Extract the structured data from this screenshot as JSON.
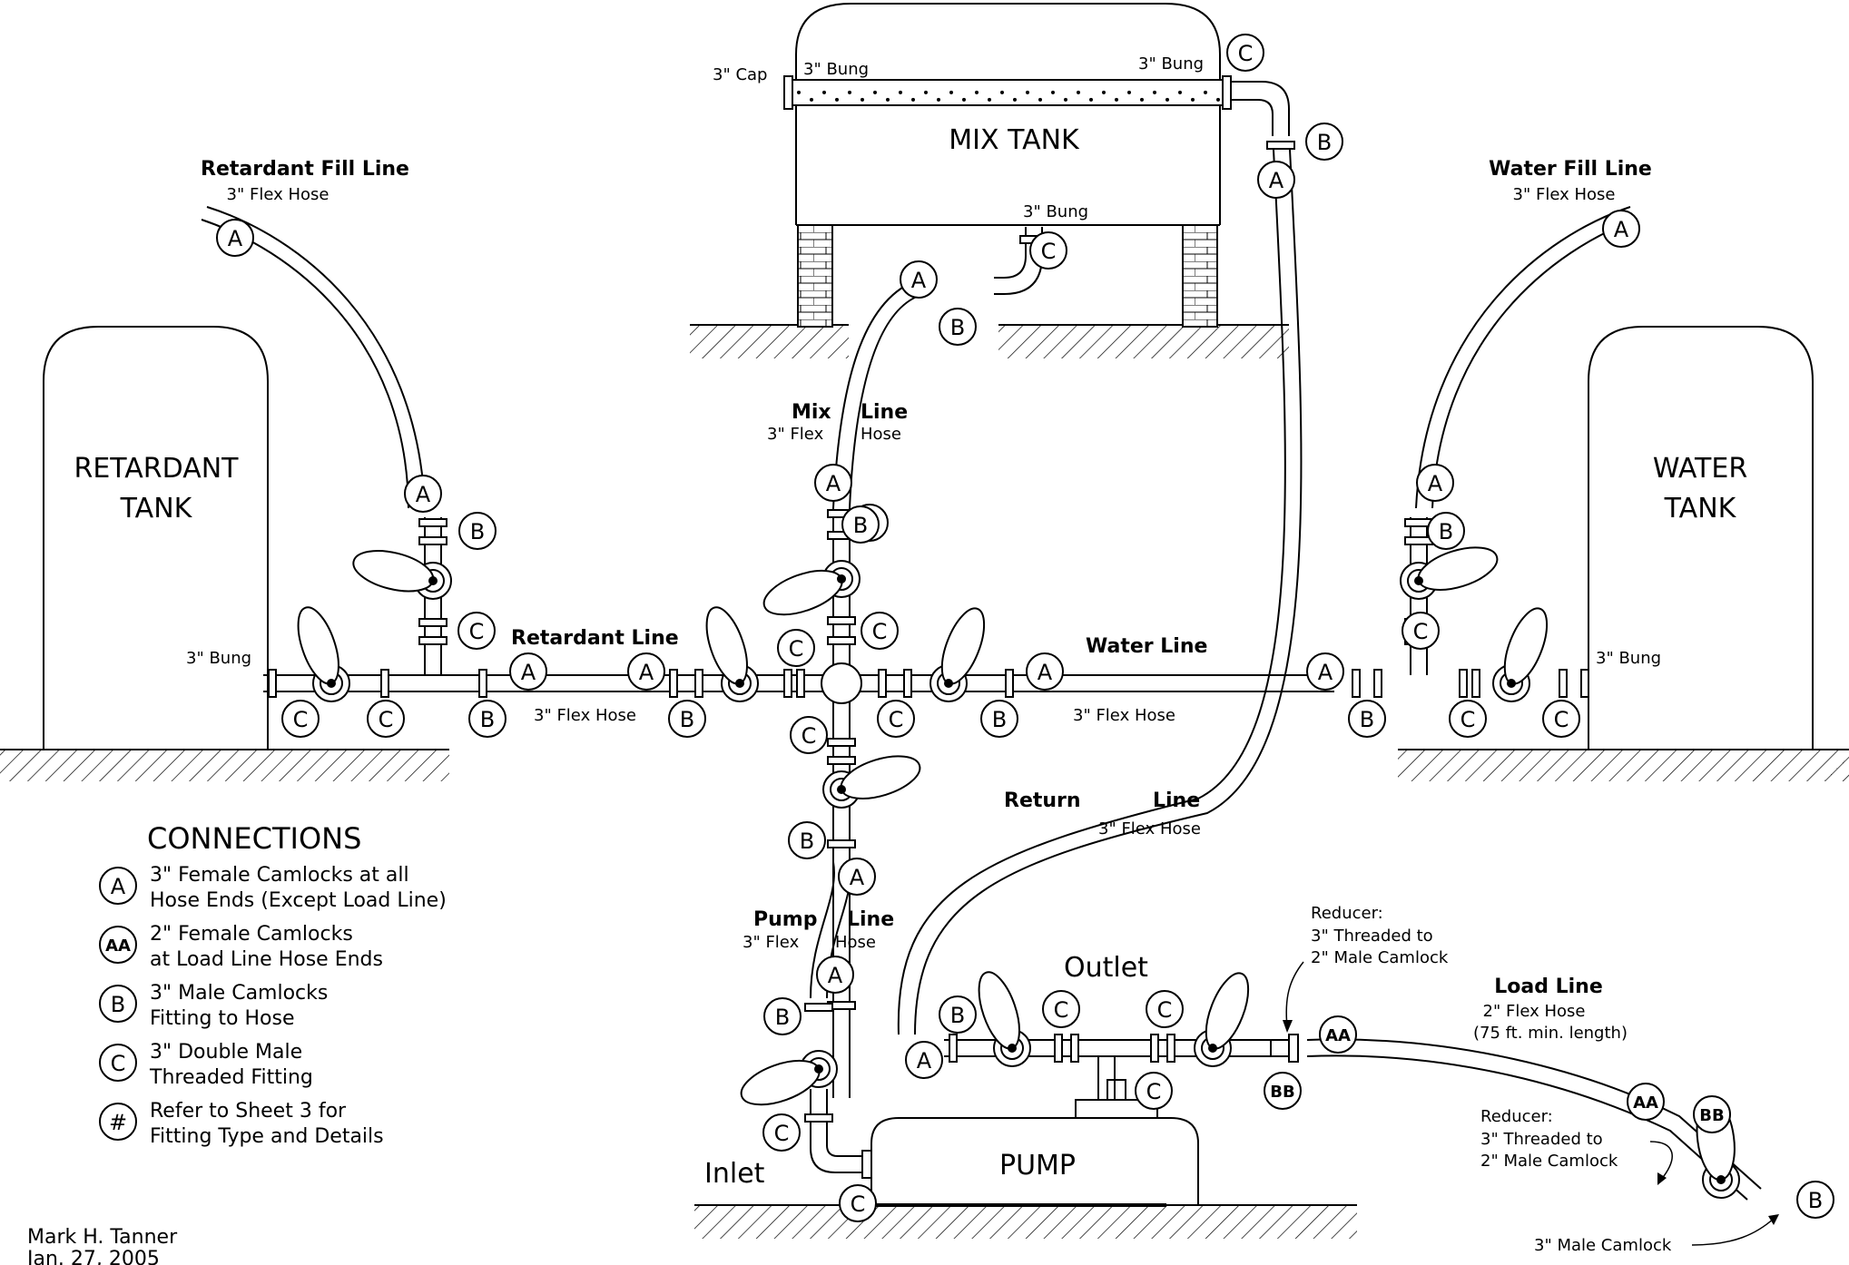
{
  "tanks": {
    "mix": "MIX TANK",
    "retardant": [
      "RETARDANT",
      "TANK"
    ],
    "water": [
      "WATER",
      "TANK"
    ],
    "pump": "PUMP"
  },
  "lines": {
    "retardant_fill": {
      "title": "Retardant Fill Line",
      "sub": "3\" Flex Hose"
    },
    "water_fill": {
      "title": "Water Fill Line",
      "sub": "3\" Flex Hose"
    },
    "mix": {
      "title_a": "Mix",
      "title_b": "Line",
      "sub_a": "3\" Flex",
      "sub_b": "Hose"
    },
    "retardant": {
      "title": "Retardant Line",
      "sub": "3\" Flex Hose"
    },
    "water": {
      "title": "Water Line",
      "sub": "3\" Flex Hose"
    },
    "return": {
      "title_a": "Return",
      "title_b": "Line",
      "sub": "3\" Flex Hose"
    },
    "pump": {
      "title_a": "Pump",
      "title_b": "Line",
      "sub_a": "3\" Flex",
      "sub_b": "Hose"
    },
    "load": {
      "title": "Load Line",
      "sub": "2\" Flex Hose",
      "sub2": "(75 ft. min. length)"
    }
  },
  "labels": {
    "cap": "3\" Cap",
    "bung_mix_left": "3\" Bung",
    "bung_mix_right": "3\" Bung",
    "bung_mix_bottom": "3\" Bung",
    "bung_ret": "3\" Bung",
    "bung_water": "3\" Bung",
    "outlet": "Outlet",
    "inlet": "Inlet",
    "reducer1": [
      "Reducer:",
      "3\" Threaded to",
      "2\" Male Camlock"
    ],
    "reducer2": [
      "Reducer:",
      "3\" Threaded to",
      "2\" Male Camlock"
    ],
    "male_camlock": "3\" Male Camlock"
  },
  "legend": {
    "title": "CONNECTIONS",
    "items": [
      {
        "sym": "A",
        "l1": "3\" Female Camlocks at all",
        "l2": "Hose Ends (Except Load Line)"
      },
      {
        "sym": "AA",
        "l1": "2\" Female Camlocks",
        "l2": "at Load Line Hose Ends"
      },
      {
        "sym": "B",
        "l1": "3\" Male Camlocks",
        "l2": "Fitting to Hose"
      },
      {
        "sym": "C",
        "l1": "3\" Double Male",
        "l2": "Threaded Fitting"
      },
      {
        "sym": "#",
        "l1": "Refer to Sheet 3 for",
        "l2": "Fitting Type and Details"
      }
    ]
  },
  "author": {
    "name": "Mark H. Tanner",
    "date": "Jan. 27, 2005"
  },
  "callouts": [
    {
      "sym": "A"
    },
    {
      "sym": "A"
    },
    {
      "sym": "A"
    },
    {
      "sym": "A"
    },
    {
      "sym": "A"
    },
    {
      "sym": "A"
    },
    {
      "sym": "A"
    },
    {
      "sym": "A"
    },
    {
      "sym": "A"
    },
    {
      "sym": "A"
    },
    {
      "sym": "A"
    },
    {
      "sym": "A"
    },
    {
      "sym": "A"
    },
    {
      "sym": "A"
    },
    {
      "sym": "B"
    },
    {
      "sym": "B"
    },
    {
      "sym": "B"
    },
    {
      "sym": "B"
    },
    {
      "sym": "B"
    },
    {
      "sym": "B"
    },
    {
      "sym": "B"
    },
    {
      "sym": "B"
    },
    {
      "sym": "B"
    },
    {
      "sym": "B"
    },
    {
      "sym": "B"
    },
    {
      "sym": "B"
    },
    {
      "sym": "B"
    },
    {
      "sym": "B"
    },
    {
      "sym": "C"
    },
    {
      "sym": "C"
    },
    {
      "sym": "C"
    },
    {
      "sym": "C"
    },
    {
      "sym": "C"
    },
    {
      "sym": "C"
    },
    {
      "sym": "C"
    },
    {
      "sym": "C"
    },
    {
      "sym": "C"
    },
    {
      "sym": "C"
    },
    {
      "sym": "C"
    },
    {
      "sym": "C"
    },
    {
      "sym": "C"
    },
    {
      "sym": "C"
    },
    {
      "sym": "C"
    },
    {
      "sym": "C"
    },
    {
      "sym": "C"
    },
    {
      "sym": "AA"
    },
    {
      "sym": "AA"
    },
    {
      "sym": "BB"
    },
    {
      "sym": "BB"
    }
  ]
}
